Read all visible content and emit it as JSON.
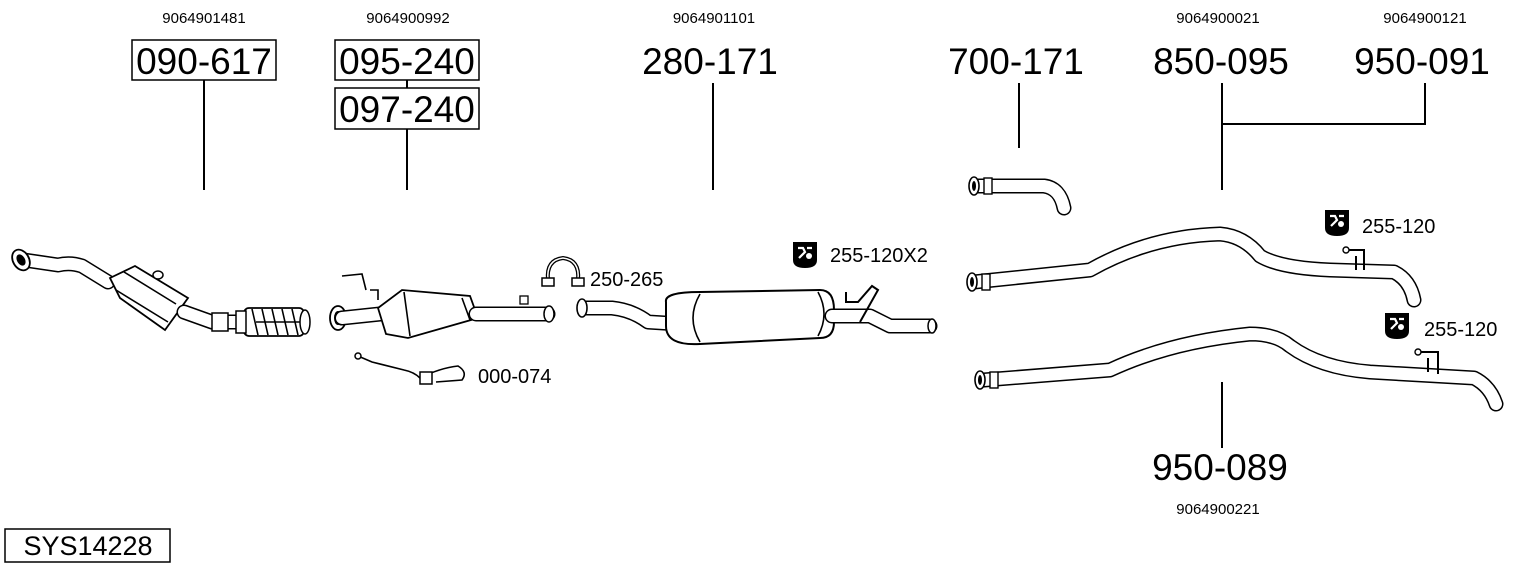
{
  "system_code": "SYS14228",
  "parts": [
    {
      "key": "cat",
      "part_number": "090-617",
      "oem": "9064901481"
    },
    {
      "key": "dpf1",
      "part_number": "095-240",
      "oem": "9064900992"
    },
    {
      "key": "dpf2",
      "part_number": "097-240"
    },
    {
      "key": "silencer",
      "part_number": "280-171",
      "oem": "9064901101"
    },
    {
      "key": "tail_short",
      "part_number": "700-171"
    },
    {
      "key": "tail_mid",
      "part_number": "850-095",
      "oem": "9064900021"
    },
    {
      "key": "tail_long",
      "part_number": "950-091",
      "oem": "9064900121"
    },
    {
      "key": "tail_low",
      "part_number": "950-089",
      "oem": "9064900221"
    }
  ],
  "accessories": {
    "sensor": "000-074",
    "clamp": "250-265",
    "hanger_silencer": "255-120X2",
    "hanger_upper": "255-120",
    "hanger_lower": "255-120"
  },
  "icons": {
    "hanger": "rubber-hanger-icon",
    "clamp": "pipe-clamp-icon"
  }
}
